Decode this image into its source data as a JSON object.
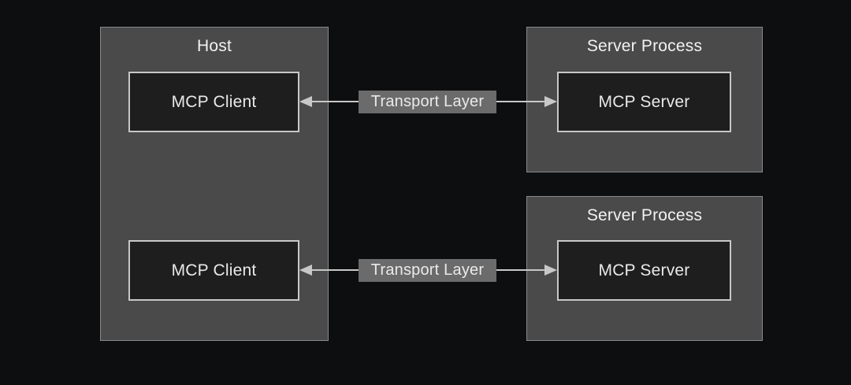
{
  "diagram": {
    "background_color": "#0d0e10",
    "container_color": "#4a4a4a",
    "node_color": "#1e1e1e",
    "edge_label_color": "#6b6b6b",
    "line_color": "#c8c8c8",
    "host": {
      "title": "Host",
      "clients": [
        {
          "label": "MCP Client"
        },
        {
          "label": "MCP Client"
        }
      ]
    },
    "server_processes": [
      {
        "title": "Server Process",
        "server_label": "MCP Server"
      },
      {
        "title": "Server Process",
        "server_label": "MCP Server"
      }
    ],
    "connections": [
      {
        "label": "Transport Layer",
        "direction": "bidirectional"
      },
      {
        "label": "Transport Layer",
        "direction": "bidirectional"
      }
    ]
  }
}
